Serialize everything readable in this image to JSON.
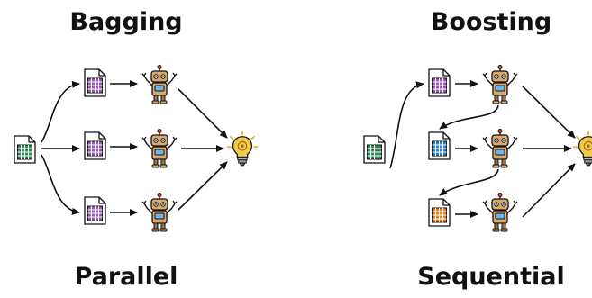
{
  "bagging": {
    "title": "Bagging",
    "subtitle": "Parallel"
  },
  "boosting": {
    "title": "Boosting",
    "subtitle": "Sequential"
  },
  "colors": {
    "source_sheet": "#2e8b57",
    "sheet_purple": "#9b59b6",
    "sheet_blue": "#2e86c1",
    "sheet_orange": "#e67e22",
    "robot_body": "#d9a86c",
    "bulb": "#f7c948"
  },
  "icons": [
    "spreadsheet-icon",
    "robot-icon",
    "lightbulb-icon"
  ]
}
